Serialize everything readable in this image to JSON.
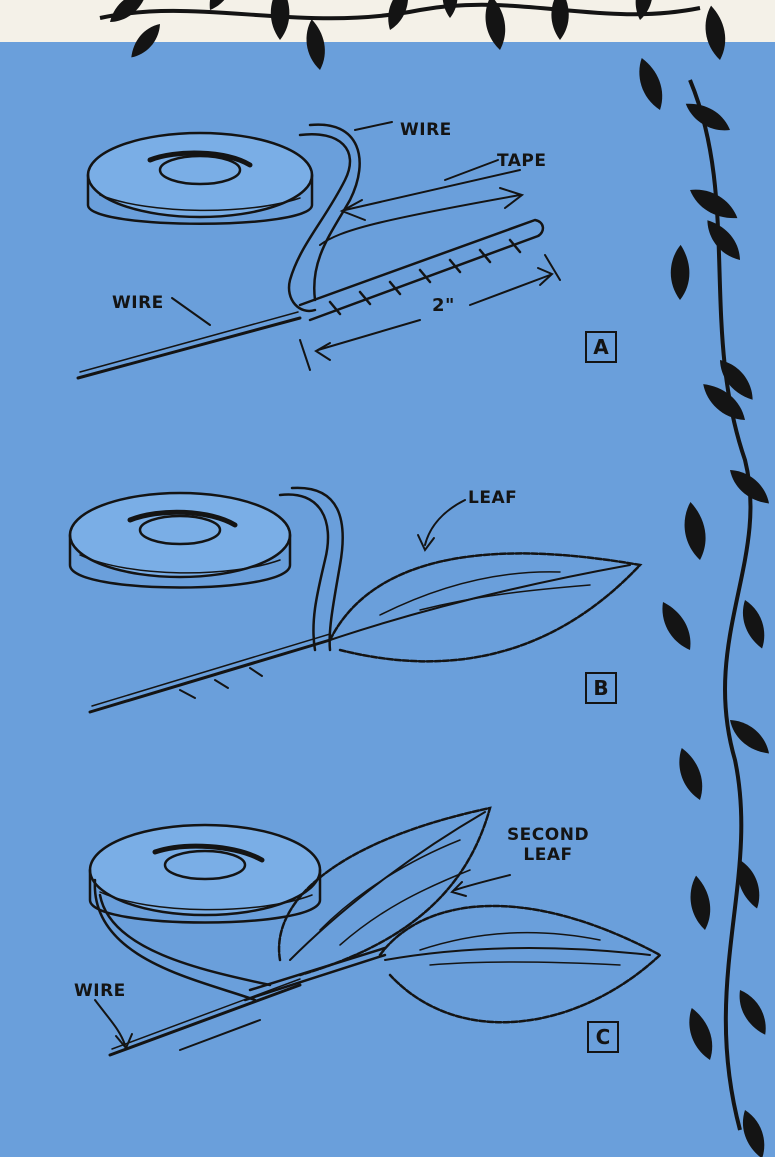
{
  "labels": {
    "wire_a": "WIRE",
    "wire_top": "WIRE",
    "tape": "TAPE",
    "length": "2\"",
    "leaf": "LEAF",
    "second_leaf": "SECOND\nLEAF",
    "wire_c": "WIRE"
  },
  "panels": [
    "A",
    "B",
    "C"
  ],
  "colors": {
    "background": "#6a9fdb",
    "ink": "#141414",
    "paper": "#f4f1e8"
  }
}
